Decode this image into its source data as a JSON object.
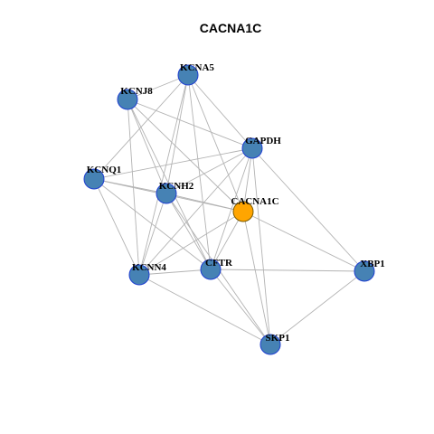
{
  "title": "CACNA1C",
  "colors": {
    "default_node_fill": "#4682b4",
    "default_node_border": "#1f3fd1",
    "focus_node_fill": "#ffa500",
    "focus_node_border": "#7a5a00",
    "edge": "#b3b3b3",
    "background": "#ffffff"
  },
  "nodes": [
    {
      "id": "KCNA5",
      "label": "KCNA5",
      "focus": false
    },
    {
      "id": "KCNJ8",
      "label": "KCNJ8",
      "focus": false
    },
    {
      "id": "GAPDH",
      "label": "GAPDH",
      "focus": false
    },
    {
      "id": "KCNQ1",
      "label": "KCNQ1",
      "focus": false
    },
    {
      "id": "KCNH2",
      "label": "KCNH2",
      "focus": false
    },
    {
      "id": "CACNA1C",
      "label": "CACNA1C",
      "focus": true
    },
    {
      "id": "KCNN4",
      "label": "KCNN4",
      "focus": false
    },
    {
      "id": "CFTR",
      "label": "CFTR",
      "focus": false
    },
    {
      "id": "XBP1",
      "label": "XBP1",
      "focus": false
    },
    {
      "id": "SKP1",
      "label": "SKP1",
      "focus": false
    }
  ],
  "edges": [
    [
      "KCNA5",
      "KCNJ8"
    ],
    [
      "KCNA5",
      "GAPDH"
    ],
    [
      "KCNA5",
      "KCNQ1"
    ],
    [
      "KCNA5",
      "KCNH2"
    ],
    [
      "KCNA5",
      "CACNA1C"
    ],
    [
      "KCNA5",
      "KCNN4"
    ],
    [
      "KCNA5",
      "CFTR"
    ],
    [
      "KCNJ8",
      "GAPDH"
    ],
    [
      "KCNJ8",
      "KCNH2"
    ],
    [
      "KCNJ8",
      "CACNA1C"
    ],
    [
      "KCNJ8",
      "KCNN4"
    ],
    [
      "KCNJ8",
      "CFTR"
    ],
    [
      "GAPDH",
      "KCNQ1"
    ],
    [
      "GAPDH",
      "KCNH2"
    ],
    [
      "GAPDH",
      "CACNA1C"
    ],
    [
      "GAPDH",
      "KCNN4"
    ],
    [
      "GAPDH",
      "CFTR"
    ],
    [
      "GAPDH",
      "XBP1"
    ],
    [
      "GAPDH",
      "SKP1"
    ],
    [
      "KCNQ1",
      "KCNH2"
    ],
    [
      "KCNQ1",
      "CACNA1C"
    ],
    [
      "KCNQ1",
      "KCNN4"
    ],
    [
      "KCNQ1",
      "CFTR"
    ],
    [
      "KCNH2",
      "CACNA1C"
    ],
    [
      "KCNH2",
      "KCNN4"
    ],
    [
      "KCNH2",
      "CFTR"
    ],
    [
      "KCNH2",
      "SKP1"
    ],
    [
      "CACNA1C",
      "KCNN4"
    ],
    [
      "CACNA1C",
      "CFTR"
    ],
    [
      "CACNA1C",
      "XBP1"
    ],
    [
      "CACNA1C",
      "SKP1"
    ],
    [
      "KCNN4",
      "CFTR"
    ],
    [
      "KCNN4",
      "SKP1"
    ],
    [
      "CFTR",
      "XBP1"
    ],
    [
      "CFTR",
      "SKP1"
    ],
    [
      "XBP1",
      "SKP1"
    ]
  ]
}
